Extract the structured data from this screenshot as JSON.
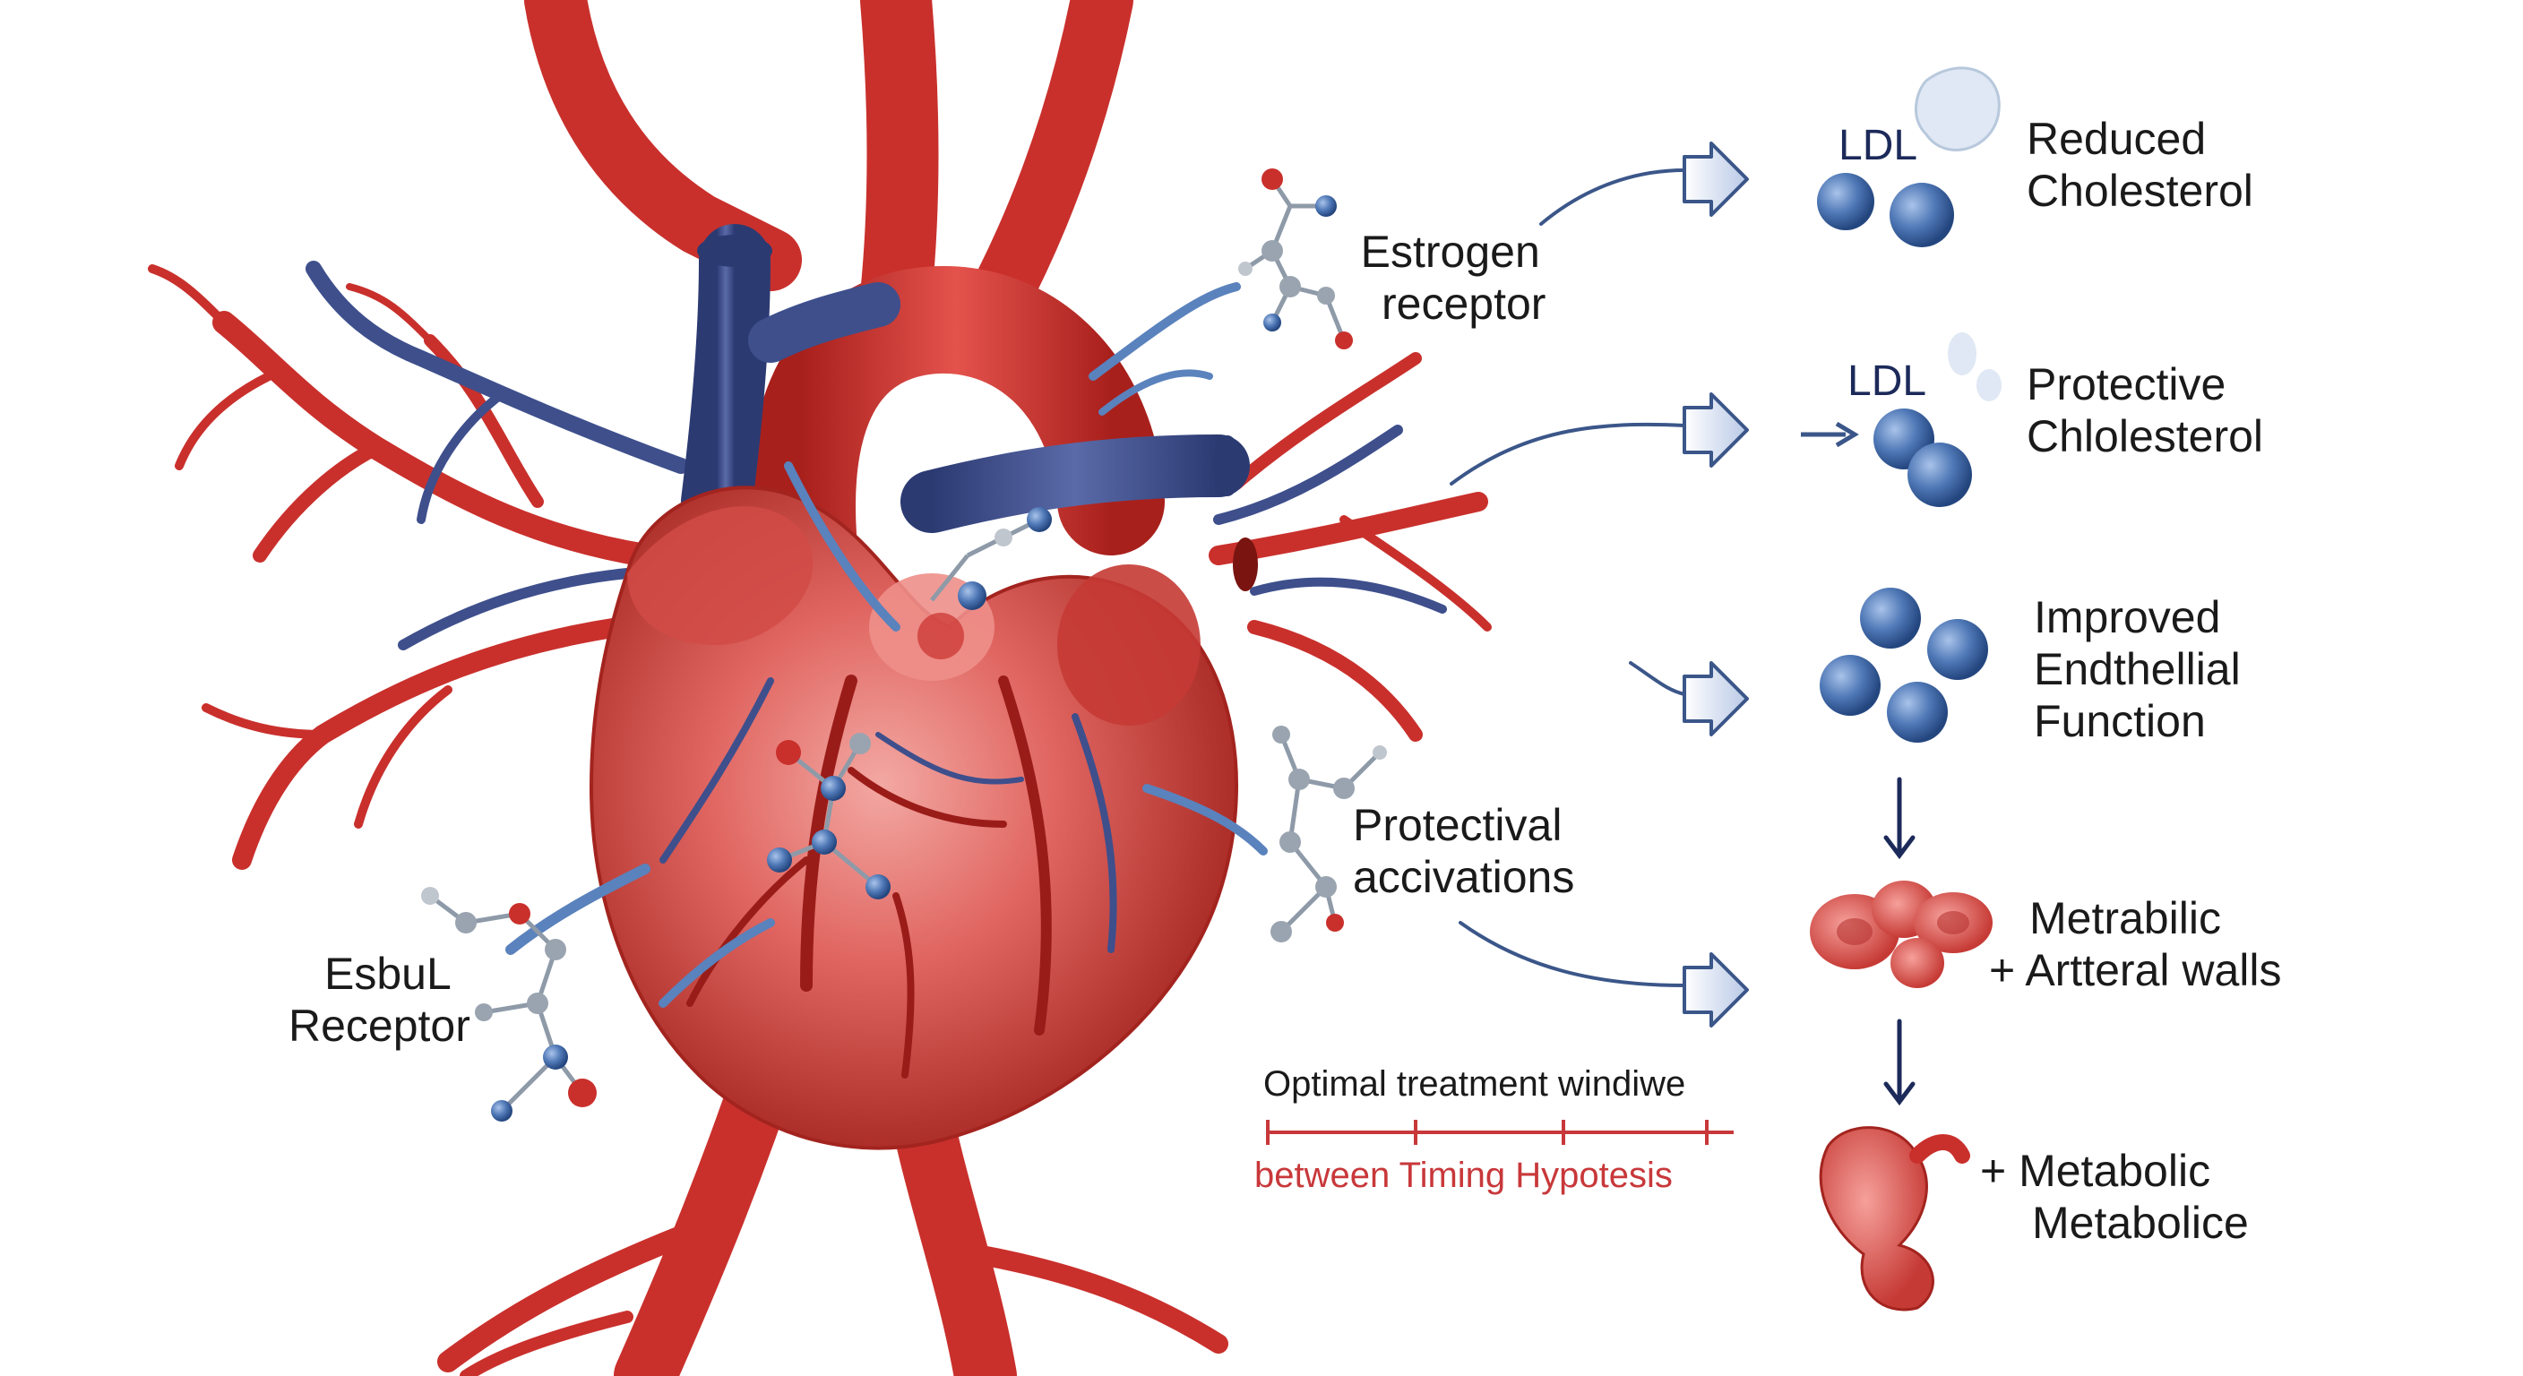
{
  "labels": {
    "estrogen_receptor": [
      "Estrogen",
      "receptor"
    ],
    "esbul_receptor": [
      "EsbuL",
      "Receptor"
    ],
    "protectival": [
      "Protectival",
      "accivations"
    ],
    "ldl_1": "LDL",
    "ldl_2": "LDL"
  },
  "effects": [
    [
      "Reduced",
      "Cholesterol"
    ],
    [
      "Protective",
      "Chlolesterol"
    ],
    [
      "Improved",
      "Endthellial",
      "Function"
    ],
    [
      "Metrabilic",
      "+ Artteral walls"
    ],
    [
      "+ Metabolic",
      "Metabolice"
    ]
  ],
  "timeline": {
    "title": "Optimal treatment windiwe",
    "subtitle": "between Timing Hypotesis"
  },
  "colors": {
    "artery": "#c9302c",
    "vein": "#3e4f8c",
    "ribbon": "#5a82bd",
    "sphere": "#3f68a6",
    "arrow": "#3b5689",
    "timeline": "#c8383a"
  }
}
